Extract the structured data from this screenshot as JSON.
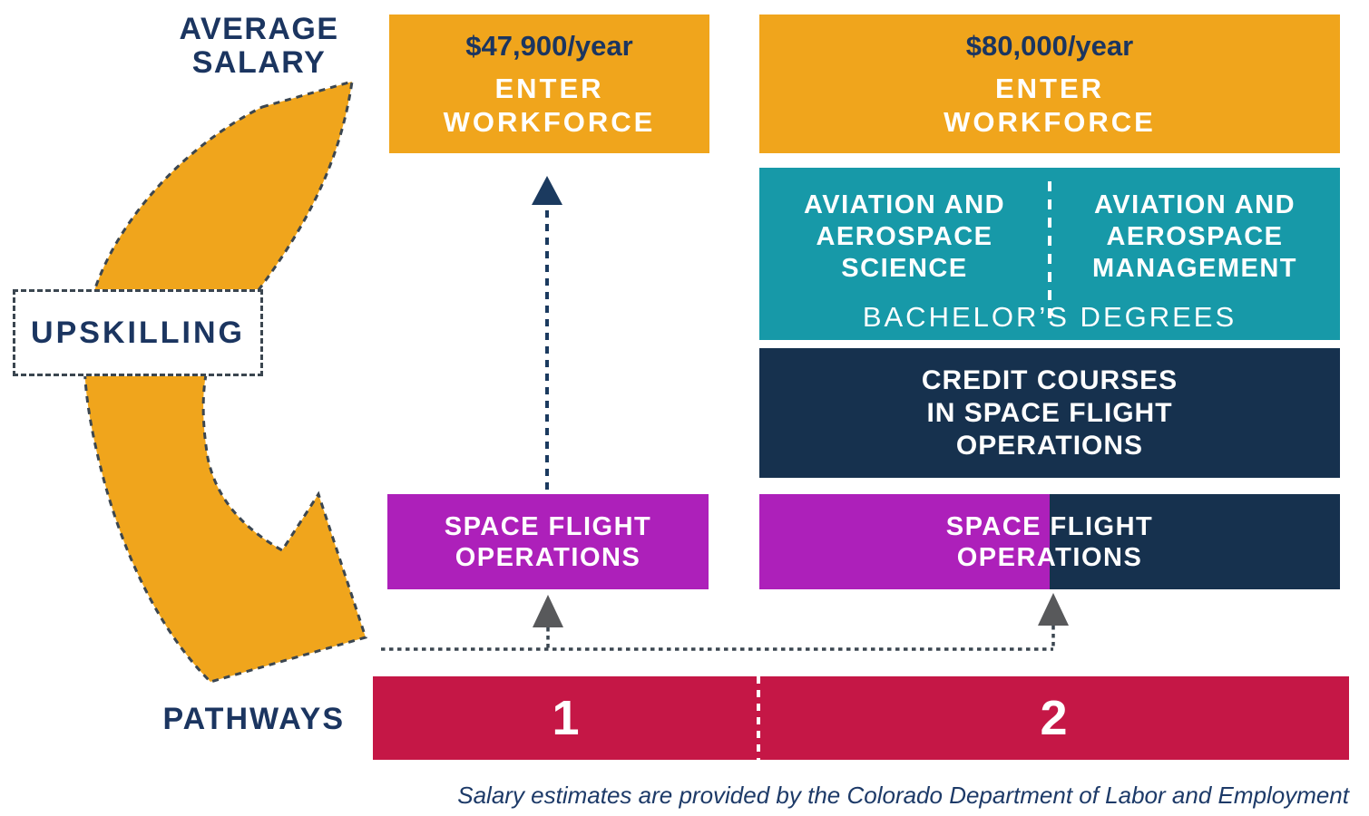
{
  "palette": {
    "yellow": "#F0A51C",
    "teal": "#1799A8",
    "navy_box": "#16314E",
    "navy_text": "#1B3560",
    "magenta": "#AD20BA",
    "crimson": "#C51746",
    "gray_arrow": "#58595B",
    "dash_dark": "#3B4650",
    "white": "#FFFFFF"
  },
  "labels": {
    "average_salary_line1": "AVERAGE",
    "average_salary_line2": "SALARY",
    "upskilling": "UPSKILLING",
    "pathways": "PATHWAYS"
  },
  "pathway1": {
    "number": "1",
    "salary": "$47,900/year",
    "enter_line1": "ENTER",
    "enter_line2": "WORKFORCE",
    "program_line1": "SPACE FLIGHT",
    "program_line2": "OPERATIONS"
  },
  "pathway2": {
    "number": "2",
    "salary": "$80,000/year",
    "enter_line1": "ENTER",
    "enter_line2": "WORKFORCE",
    "degree_left_line1": "AVIATION AND",
    "degree_left_line2": "AEROSPACE",
    "degree_left_line3": "SCIENCE",
    "degree_right_line1": "AVIATION AND",
    "degree_right_line2": "AEROSPACE",
    "degree_right_line3": "MANAGEMENT",
    "degrees_caption": "BACHELOR’S DEGREES",
    "credit_line1": "CREDIT COURSES",
    "credit_line2": "IN SPACE FLIGHT",
    "credit_line3": "OPERATIONS",
    "program_line1": "SPACE FLIGHT",
    "program_line2": "OPERATIONS"
  },
  "footer": "Salary estimates are provided by the Colorado Department of Labor and Employment"
}
